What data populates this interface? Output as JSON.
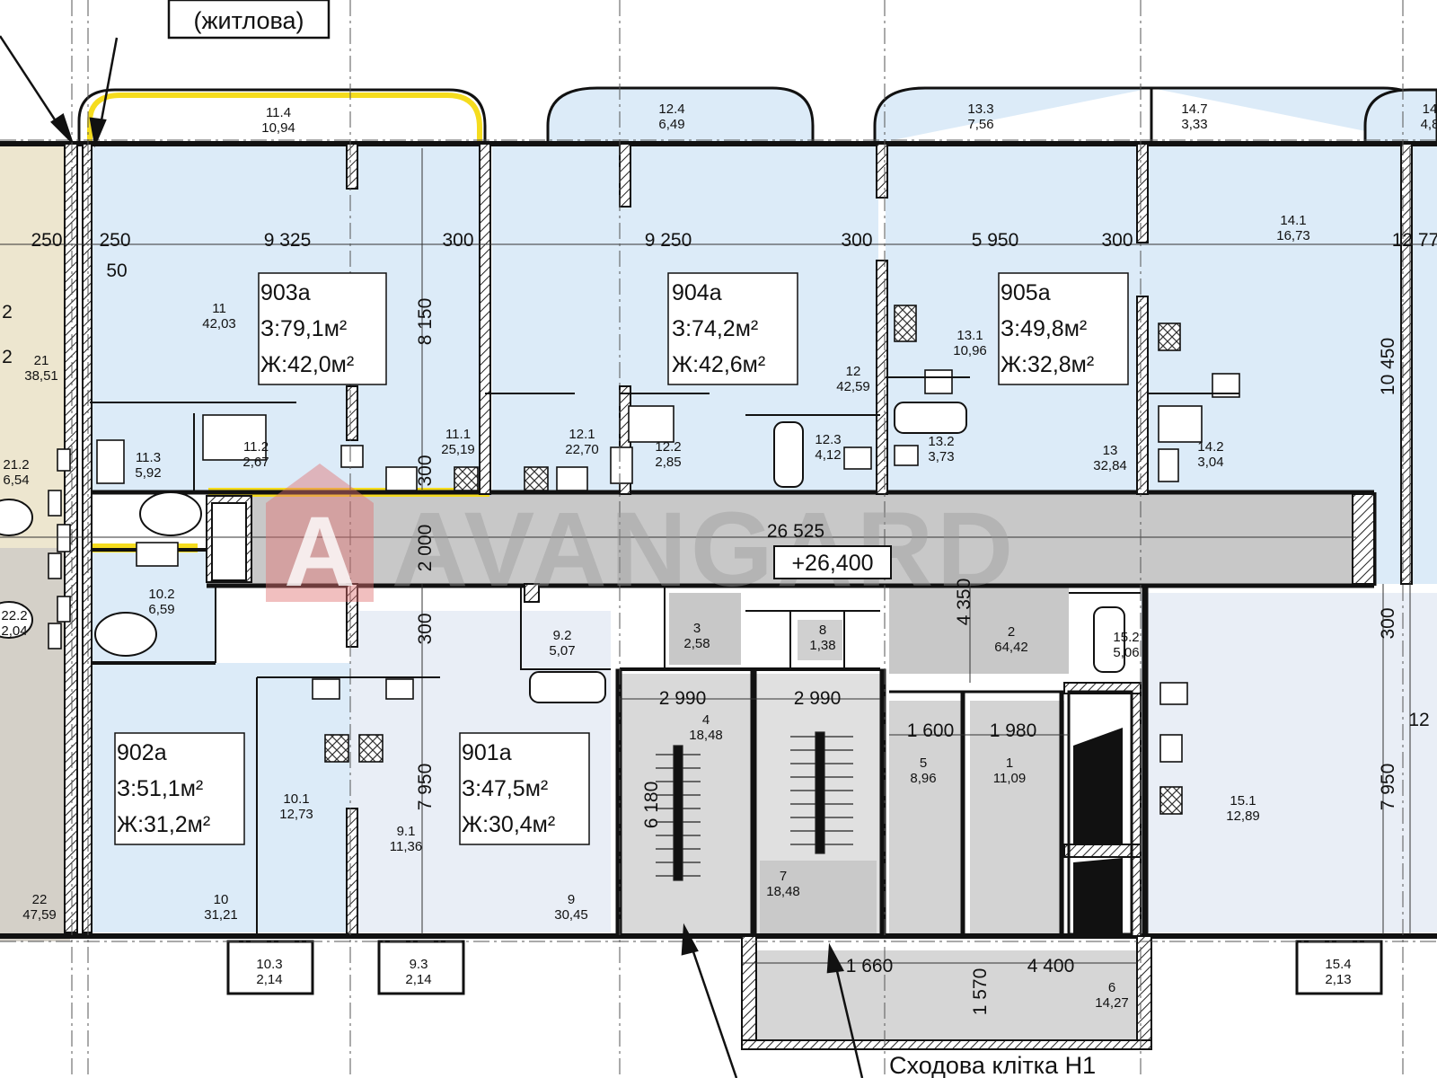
{
  "top_label": "(житлова)",
  "stair_note": "Сходова клітка Н1",
  "watermark": "AVANGARD",
  "level_mark": "+26,400",
  "colors": {
    "residential_fill": "#dcebf8",
    "corridor_fill": "#c8c8c8",
    "left_tan_fill": "#ede6cf",
    "left_grey_fill": "#d4d0c8",
    "highlight": "#f5dc1e",
    "watermark_logo": "#e07070"
  },
  "apartments": [
    {
      "id": "903a",
      "total": "З:79,1м²",
      "living": "Ж:42,0м²"
    },
    {
      "id": "904a",
      "total": "З:74,2м²",
      "living": "Ж:42,6м²"
    },
    {
      "id": "905a",
      "total": "З:49,8м²",
      "living": "Ж:32,8м²"
    },
    {
      "id": "902a",
      "total": "З:51,1м²",
      "living": "Ж:31,2м²"
    },
    {
      "id": "901a",
      "total": "З:47,5м²",
      "living": "Ж:30,4м²"
    }
  ],
  "rooms": [
    {
      "num": "11.4",
      "area": "10,94"
    },
    {
      "num": "12.4",
      "area": "6,49"
    },
    {
      "num": "13.3",
      "area": "7,56"
    },
    {
      "num": "14.7",
      "area": "3,33"
    },
    {
      "num": "14",
      "area": "4,8"
    },
    {
      "num": "14.1",
      "area": "16,73"
    },
    {
      "num": "11",
      "area": "42,03"
    },
    {
      "num": "21",
      "area": "38,51"
    },
    {
      "num": "13.1",
      "area": "10,96"
    },
    {
      "num": "12",
      "area": "42,59"
    },
    {
      "num": "11.3",
      "area": "5,92"
    },
    {
      "num": "11.2",
      "area": "2,67"
    },
    {
      "num": "11.1",
      "area": "25,19"
    },
    {
      "num": "12.1",
      "area": "22,70"
    },
    {
      "num": "12.2",
      "area": "2,85"
    },
    {
      "num": "12.3",
      "area": "4,12"
    },
    {
      "num": "13.2",
      "area": "3,73"
    },
    {
      "num": "13",
      "area": "32,84"
    },
    {
      "num": "14.2",
      "area": "3,04"
    },
    {
      "num": "21.2",
      "area": "6,54"
    },
    {
      "num": "10.2",
      "area": "6,59"
    },
    {
      "num": "22.2",
      "area": "2,04"
    },
    {
      "num": "9.2",
      "area": "5,07"
    },
    {
      "num": "3",
      "area": "2,58"
    },
    {
      "num": "8",
      "area": "1,38"
    },
    {
      "num": "2",
      "area": "64,42"
    },
    {
      "num": "15.2",
      "area": "5,06"
    },
    {
      "num": "4",
      "area": "18,48"
    },
    {
      "num": "5",
      "area": "8,96"
    },
    {
      "num": "1",
      "area": "11,09"
    },
    {
      "num": "10.1",
      "area": "12,73"
    },
    {
      "num": "9.1",
      "area": "11,36"
    },
    {
      "num": "15.1",
      "area": "12,89"
    },
    {
      "num": "7",
      "area": "18,48"
    },
    {
      "num": "22",
      "area": "47,59"
    },
    {
      "num": "10",
      "area": "31,21"
    },
    {
      "num": "9",
      "area": "30,45"
    },
    {
      "num": "10.3",
      "area": "2,14"
    },
    {
      "num": "9.3",
      "area": "2,14"
    },
    {
      "num": "6",
      "area": "14,27"
    },
    {
      "num": "15.4",
      "area": "2,13"
    }
  ],
  "dims": [
    "250",
    "250",
    "9 325",
    "300",
    "9 250",
    "300",
    "5 950",
    "300",
    "12 77",
    "50",
    "8 150",
    "10 450",
    "300",
    "2 000",
    "26 525",
    "4 350",
    "300",
    "300",
    "2 990",
    "2 990",
    "1 600",
    "1 980",
    "7 950",
    "6 180",
    "7 950",
    "12",
    "1 660",
    "4 400",
    "1 570",
    "2",
    "2"
  ]
}
